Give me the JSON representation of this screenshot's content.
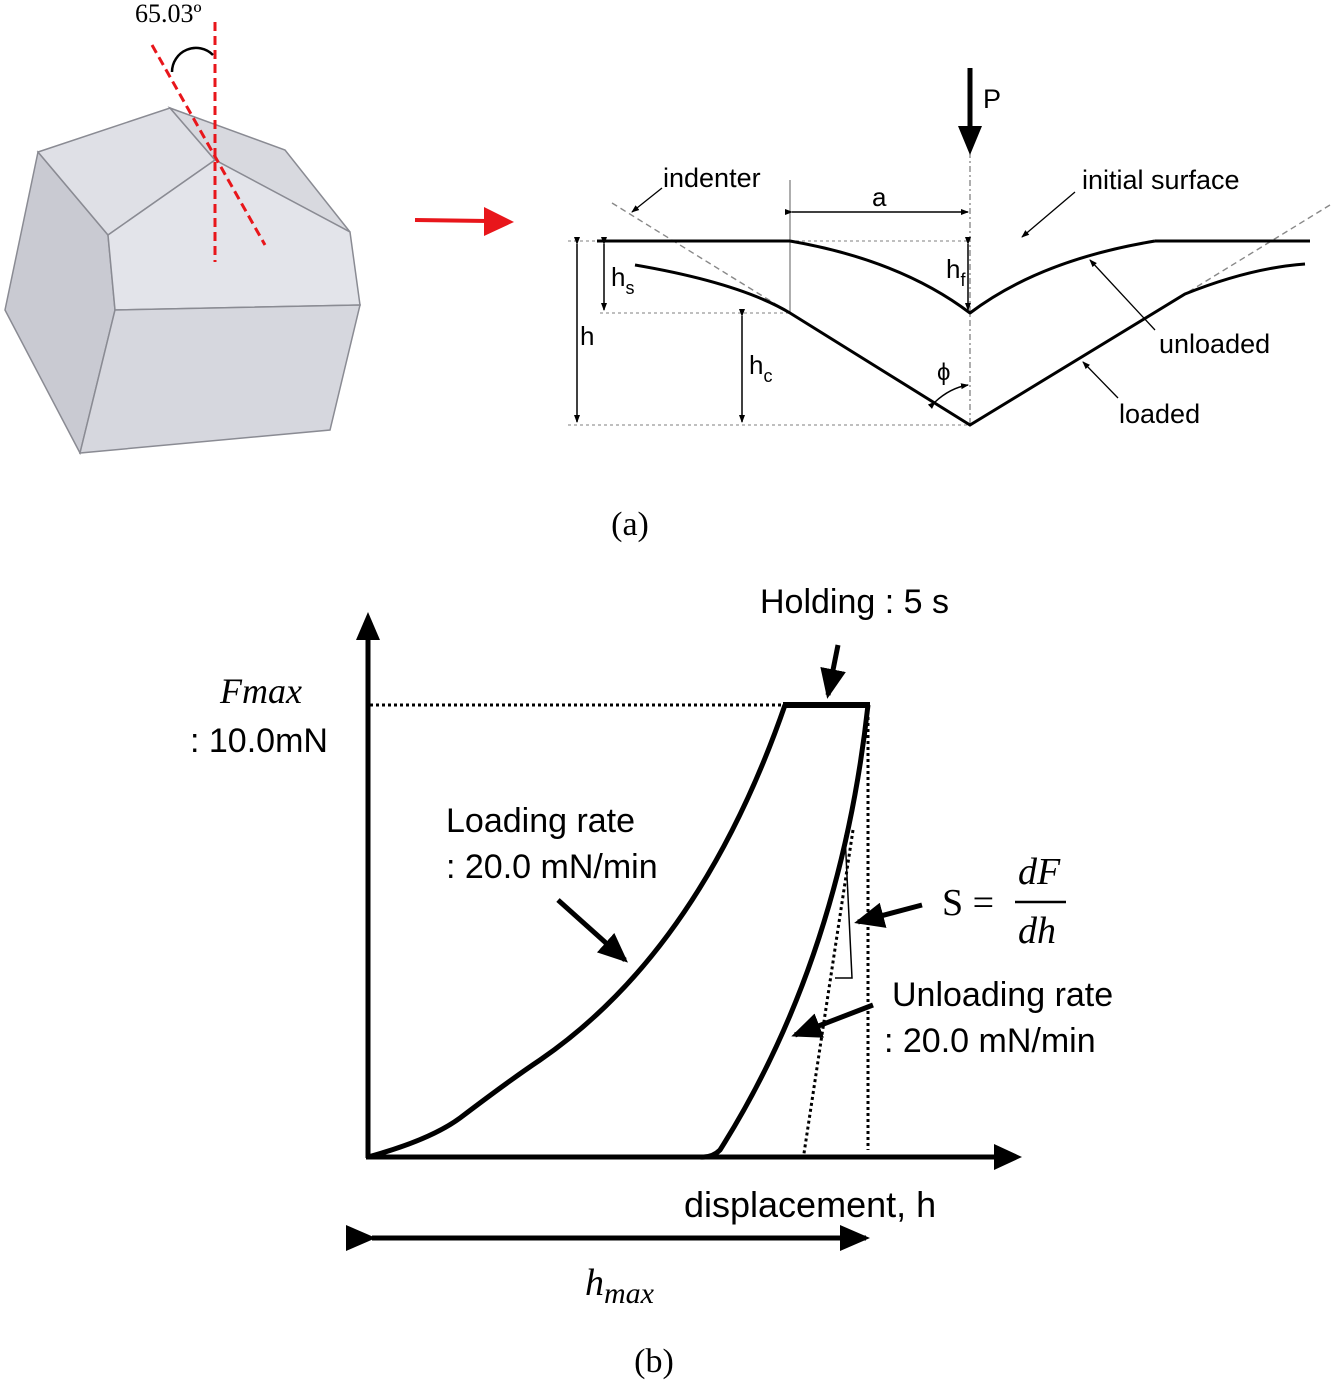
{
  "panel_a": {
    "caption": "(a)",
    "angle_label": "65.03º",
    "load_label": "P",
    "indenter_label": "indenter",
    "initial_surface_label": "initial surface",
    "a_label": "a",
    "unloaded_label": "unloaded",
    "loaded_label": "loaded",
    "h_label": "h",
    "hs_main": "h",
    "hs_sub": "s",
    "hc_main": "h",
    "hc_sub": "c",
    "hf_main": "h",
    "hf_sub": "f",
    "phi_label": "ϕ",
    "colors": {
      "accent": "#e8161b",
      "face": "#dcdde3",
      "edge": "#8a8b93"
    }
  },
  "panel_b": {
    "caption": "(b)",
    "fmax_label": "Fmax",
    "fmax_value": ": 10.0mN",
    "holding_label": "Holding : 5 s",
    "loading_rate_label": "Loading rate",
    "loading_rate_value": ": 20.0 mN/min",
    "unloading_rate_label": "Unloading rate",
    "unloading_rate_value": ": 20.0 mN/min",
    "stiffness_lhs": "S =",
    "stiffness_num": "dF",
    "stiffness_den": "dh",
    "x_axis_label": "displacement, h",
    "hmax_main": "h",
    "hmax_sub": "max"
  }
}
